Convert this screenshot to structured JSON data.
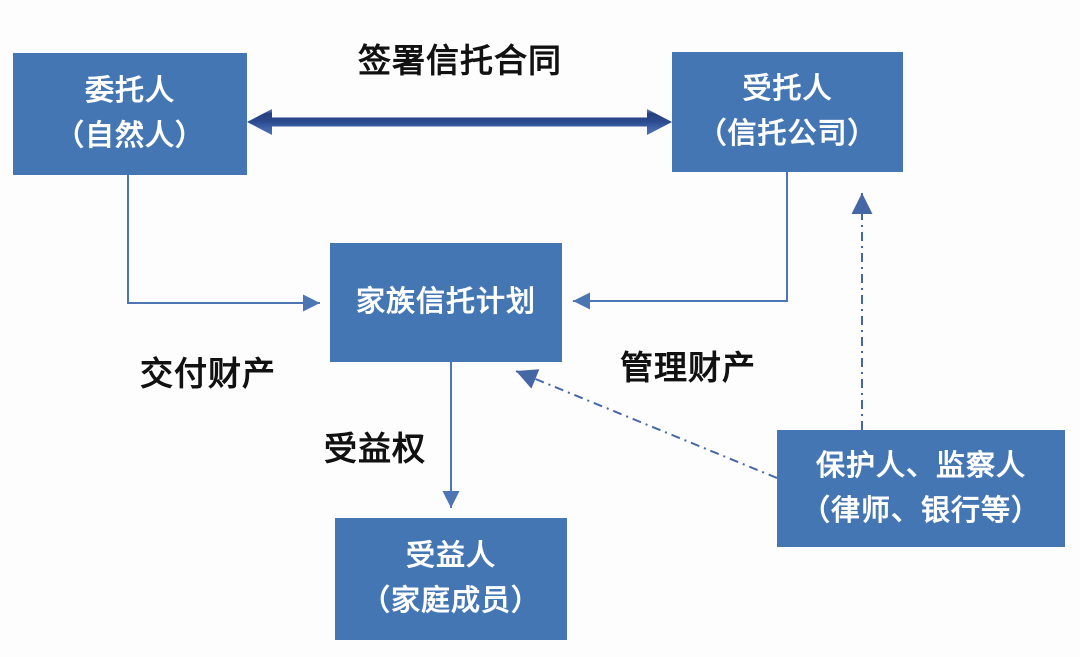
{
  "diagram_type": "flow-diagram",
  "topic": "family-trust-structure",
  "nodes": {
    "settlor": {
      "line1": "委托人",
      "line2": "（自然人）"
    },
    "trustee": {
      "line1": "受托人",
      "line2": "（信托公司）"
    },
    "trust_plan": {
      "line1": "家族信托计划"
    },
    "beneficiary": {
      "line1": "受益人",
      "line2": "（家庭成员）"
    },
    "protector": {
      "line1": "保护人、监察人",
      "line2": "（律师、银行等）"
    }
  },
  "labels": {
    "sign_contract": "签署信托合同",
    "deliver_property": "交付财产",
    "manage_property": "管理财产",
    "benefit_right": "受益权"
  },
  "edges": [
    {
      "from": "settlor",
      "to": "trustee",
      "style": "thick-double-arrow",
      "label": "签署信托合同"
    },
    {
      "from": "settlor",
      "to": "trust_plan",
      "style": "solid-elbow-arrow",
      "label": "交付财产"
    },
    {
      "from": "trustee",
      "to": "trust_plan",
      "style": "solid-elbow-arrow",
      "label": "管理财产"
    },
    {
      "from": "trust_plan",
      "to": "beneficiary",
      "style": "solid-arrow",
      "label": "受益权"
    },
    {
      "from": "protector",
      "to": "trust_plan",
      "style": "dash-dot-arrow",
      "label": ""
    },
    {
      "from": "protector",
      "to": "trustee",
      "style": "dash-dot-arrow",
      "label": ""
    }
  ],
  "colors": {
    "box_fill": "#4576b4",
    "box_text": "#ffffff",
    "connector": "#4b76b3",
    "dashdot_connector": "#4667a6",
    "double_arrow_dark": "#24407f",
    "double_arrow_light": "#4a70ae",
    "label_text": "#111111",
    "background": "#fdfdfd"
  }
}
